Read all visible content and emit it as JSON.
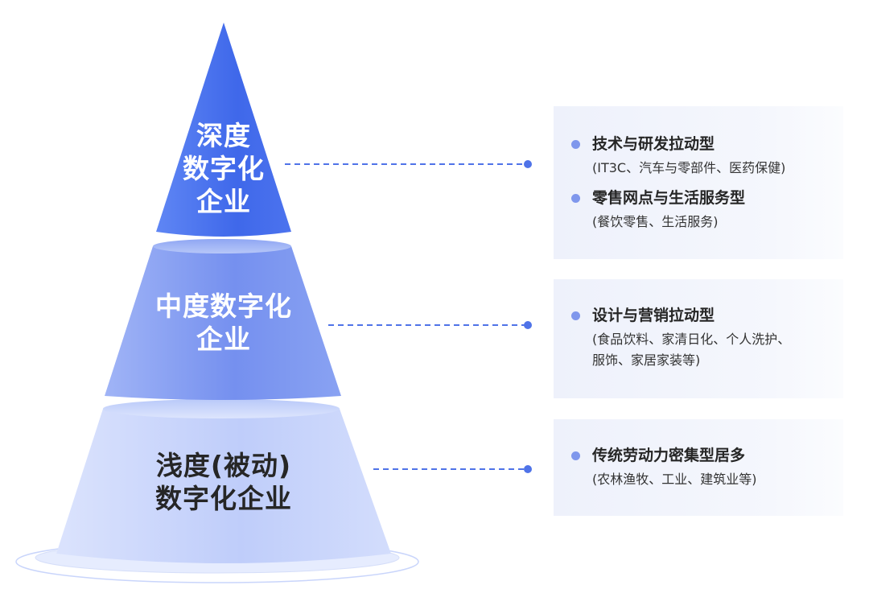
{
  "pyramid": {
    "tiers": [
      {
        "label_lines": [
          "深度",
          "数字化",
          "企业"
        ],
        "text_color": "#ffffff"
      },
      {
        "label_lines": [
          "中度数字化",
          "企业"
        ],
        "text_color": "#ffffff"
      },
      {
        "label_lines": [
          "浅度(被动)",
          "数字化企业"
        ],
        "text_color": "#262626"
      }
    ]
  },
  "panels": [
    {
      "items": [
        {
          "title": "技术与研发拉动型",
          "desc_lines": [
            "(IT3C、汽车与零部件、医药保健)"
          ]
        },
        {
          "title": "零售网点与生活服务型",
          "desc_lines": [
            "(餐饮零售、生活服务)"
          ]
        }
      ]
    },
    {
      "items": [
        {
          "title": "设计与营销拉动型",
          "desc_lines": [
            "(食品饮料、家清日化、个人洗护、",
            "服饰、家居家装等)"
          ]
        }
      ]
    },
    {
      "items": [
        {
          "title": "传统劳动力密集型居多",
          "desc_lines": [
            "(农林渔牧、工业、建筑业等)"
          ]
        }
      ]
    }
  ],
  "colors": {
    "top_tier": "#4a72ee",
    "mid_tier": "#7d98f0",
    "base_tier": "#c6d3fb",
    "connector": "#4f73e8",
    "bullet": "#7f97ec",
    "panel_bg": "#eef1fb"
  }
}
